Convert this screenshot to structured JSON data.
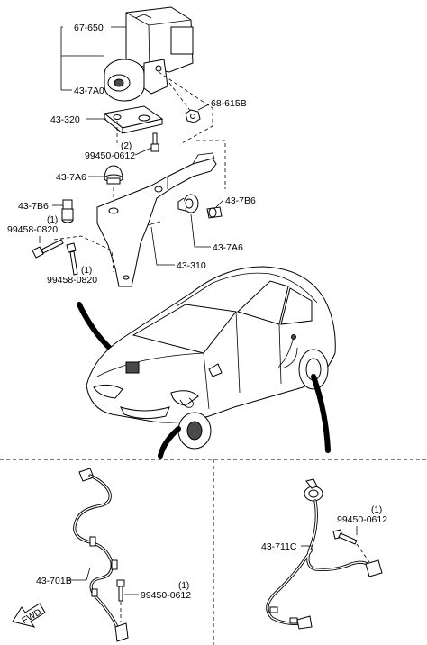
{
  "parts": {
    "hu_cm_unit": "67-650",
    "hu_bracket_assy": "43-7A0",
    "bracket_top": "43-320",
    "nut": "68-615B",
    "bolt_top_qty": "(2)",
    "bolt_top": "99450-0612",
    "insulator_upper": "43-7A6",
    "washer_left": "43-7B6",
    "bolt_left_qty": "(1)",
    "bolt_left": "99458-0820",
    "bolt_lower_qty": "(1)",
    "bolt_lower": "99458-0820",
    "insulator_right": "43-7B6",
    "insulator_right_lower": "43-7A6",
    "main_bracket": "43-310",
    "front_sensor": "43-701B",
    "front_sensor_bolt_qty": "(1)",
    "front_sensor_bolt": "99450-0612",
    "rear_sensor": "43-711C",
    "rear_sensor_bolt_qty": "(1)",
    "rear_sensor_bolt": "99450-0612"
  },
  "fwd_label": "FWD"
}
